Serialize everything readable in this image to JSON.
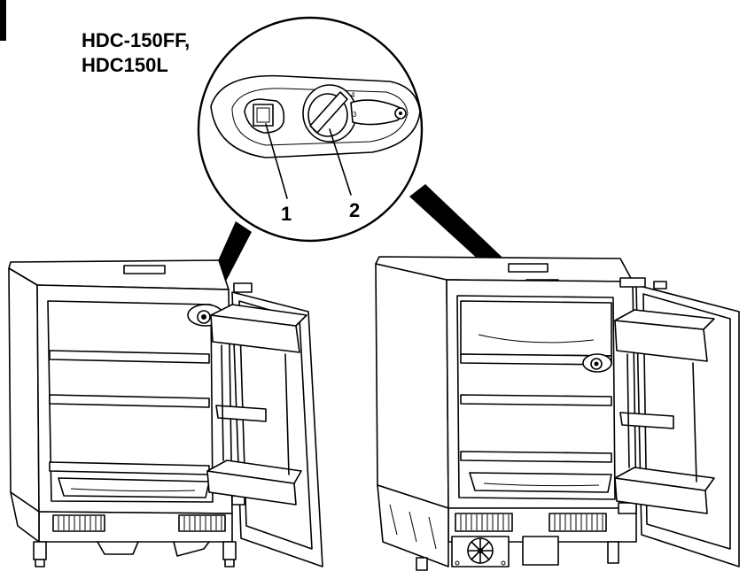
{
  "models": {
    "line1": "HDC-150FF,",
    "line2": "HDC150L"
  },
  "callouts": {
    "one": "1",
    "two": "2"
  },
  "dial_scale": {
    "mark_3": "3",
    "mark_4": "4"
  },
  "colors": {
    "ink": "#000000",
    "paper": "#ffffff"
  }
}
